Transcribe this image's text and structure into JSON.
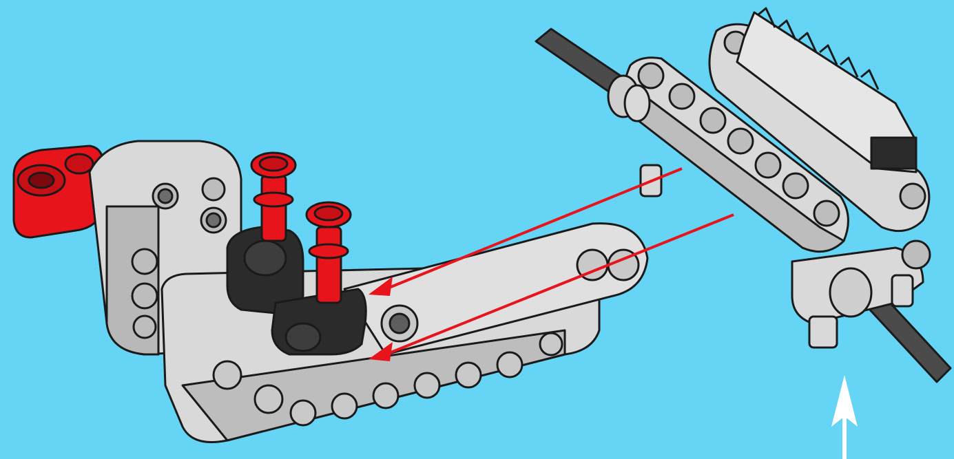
{
  "scene": {
    "background_color": "#66d5f5",
    "colors": {
      "beam_gray": "#d9d9d9",
      "beam_shadow": "#a9a9a9",
      "outline": "#1a1a1a",
      "red_part": "#e8141c",
      "dark_part": "#2b2b2b",
      "axle": "#4b4b4b",
      "arrow_red": "#e8141c",
      "arrow_white": "#ffffff"
    },
    "arrows": [
      {
        "name": "attach-arrow-upper",
        "direction": "left-down"
      },
      {
        "name": "attach-arrow-lower",
        "direction": "left-down"
      },
      {
        "name": "insert-arrow-up",
        "direction": "up"
      }
    ]
  }
}
